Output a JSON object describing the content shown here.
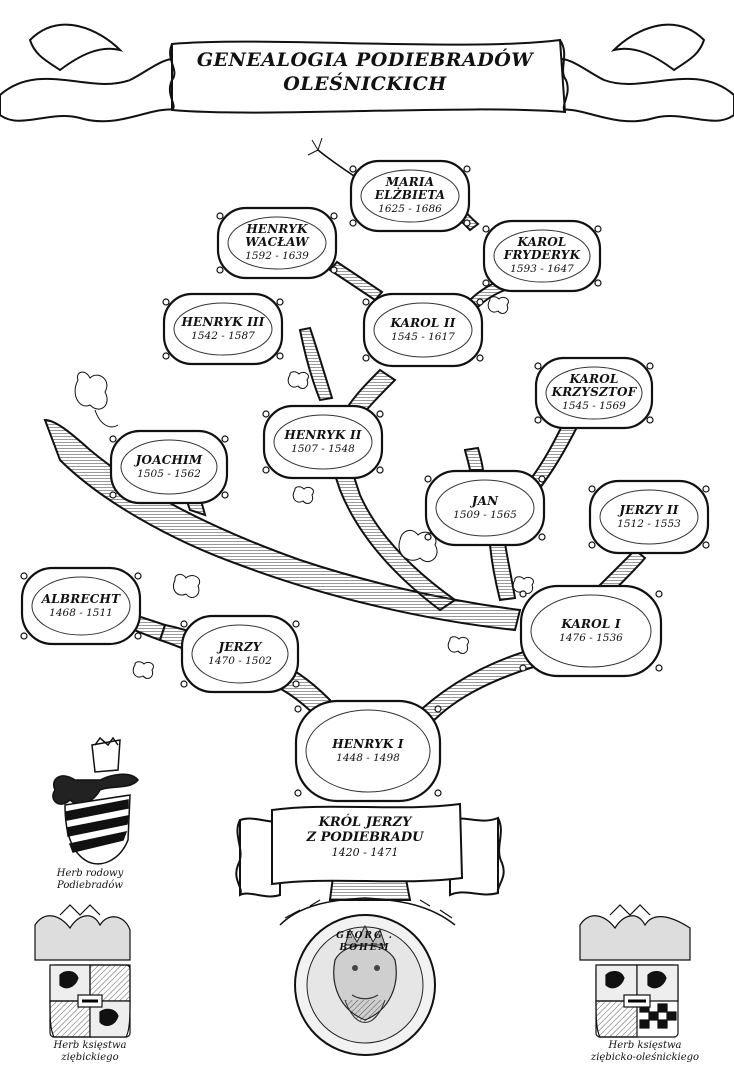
{
  "title": {
    "line1": "GENEALOGIA PODIEBRADÓW",
    "line2": "OLEŚNICKICH"
  },
  "root": {
    "line1": "KRÓL JERZY",
    "line2": "Z PODIEBRADU",
    "years": "1420 - 1471"
  },
  "people": [
    {
      "id": "maria-elzbieta",
      "name": [
        "MARIA",
        "ELŻBIETA"
      ],
      "years": "1625 - 1686"
    },
    {
      "id": "henryk-waclaw",
      "name": [
        "HENRYK",
        "WACŁAW"
      ],
      "years": "1592 - 1639"
    },
    {
      "id": "karol-fryderyk",
      "name": [
        "KAROL",
        "FRYDERYK"
      ],
      "years": "1593 - 1647"
    },
    {
      "id": "henryk-iii",
      "name": [
        "HENRYK III"
      ],
      "years": "1542 - 1587"
    },
    {
      "id": "karol-ii",
      "name": [
        "KAROL II"
      ],
      "years": "1545 - 1617"
    },
    {
      "id": "karol-krzysztof",
      "name": [
        "KAROL",
        "KRZYSZTOF"
      ],
      "years": "1545 - 1569"
    },
    {
      "id": "henryk-ii",
      "name": [
        "HENRYK II"
      ],
      "years": "1507 - 1548"
    },
    {
      "id": "joachim",
      "name": [
        "JOACHIM"
      ],
      "years": "1505 - 1562"
    },
    {
      "id": "jan",
      "name": [
        "JAN"
      ],
      "years": "1509 - 1565"
    },
    {
      "id": "jerzy-ii",
      "name": [
        "JERZY II"
      ],
      "years": "1512 - 1553"
    },
    {
      "id": "albrecht",
      "name": [
        "ALBRECHT"
      ],
      "years": "1468 - 1511"
    },
    {
      "id": "karol-i",
      "name": [
        "KAROL I"
      ],
      "years": "1476 - 1536"
    },
    {
      "id": "jerzy",
      "name": [
        "JERZY"
      ],
      "years": "1470 - 1502"
    },
    {
      "id": "henryk-i",
      "name": [
        "HENRYK I"
      ],
      "years": "1448 - 1498"
    }
  ],
  "coins": {
    "legend": "GEORG . BOHEM"
  },
  "captions": {
    "herb_rodowy": [
      "Herb rodowy",
      "Podiebradów"
    ],
    "herb_ziebicki": [
      "Herb księstwa",
      "ziębickiego"
    ],
    "herb_olesnicki": [
      "Herb księstwa",
      "ziębicko-oleśnickiego"
    ]
  }
}
